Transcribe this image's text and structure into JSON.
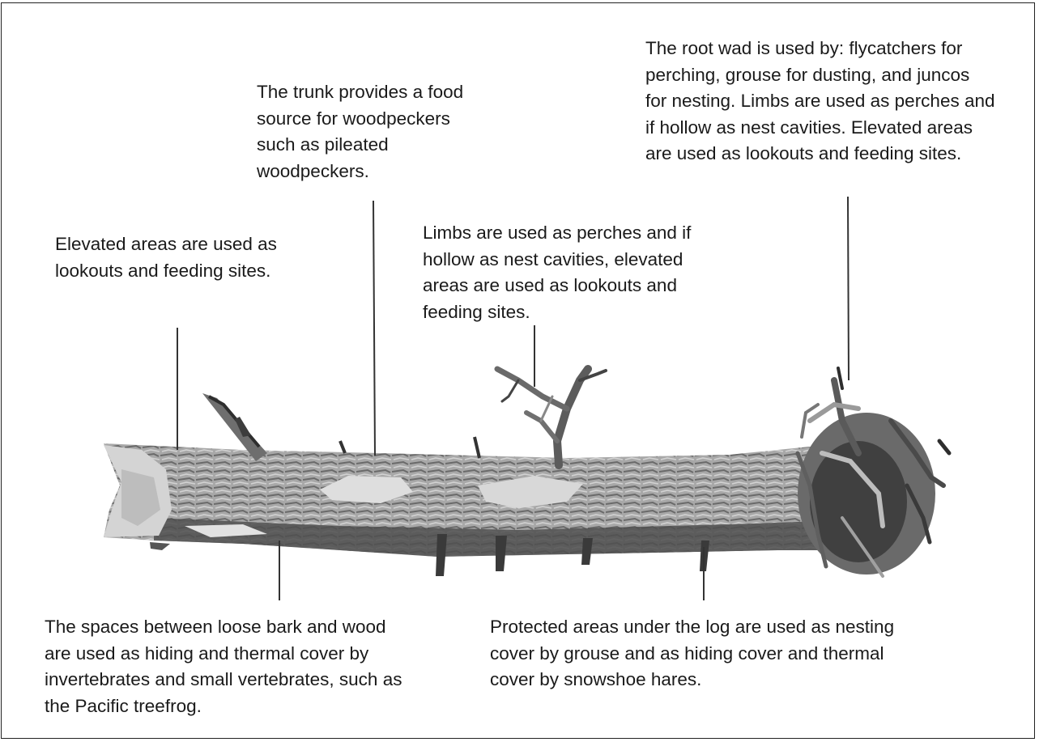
{
  "annotations": {
    "elevated_left": {
      "icon": "leader-line",
      "lines": [
        "Elevated areas are used as",
        "lookouts and feeding sites."
      ]
    },
    "trunk": {
      "icon": "leader-line",
      "lines": [
        "The trunk provides a food",
        "source for woodpeckers",
        "such as pileated",
        "woodpeckers."
      ]
    },
    "limbs": {
      "icon": "leader-line",
      "lines": [
        "Limbs are used as perches and if",
        "hollow as nest cavities, elevated",
        "areas are used as lookouts and",
        "feeding sites."
      ]
    },
    "root_wad": {
      "icon": "leader-line",
      "lines": [
        "The root wad is used by: flycatchers for",
        "perching, grouse for dusting, and juncos",
        "for nesting. Limbs are used as perches and",
        "if hollow as nest cavities. Elevated areas",
        "are used as lookouts and feeding sites."
      ]
    },
    "bark": {
      "icon": "leader-line",
      "lines": [
        "The spaces between loose bark and wood",
        "are used as hiding and thermal cover by",
        "invertebrates and small vertebrates, such as",
        "the Pacific treefrog."
      ]
    },
    "under_log": {
      "icon": "leader-line",
      "lines": [
        "Protected areas under the log are used as nesting",
        "cover by grouse and as hiding cover and thermal",
        "cover by snowshoe hares."
      ]
    }
  },
  "illustration": {
    "subject": "fallen-log-icon",
    "colors": {
      "light": "#d6d6d6",
      "mid": "#9c9c9c",
      "dark": "#5a5a5a",
      "darkest": "#2e2e2e",
      "leader": "#333333"
    }
  }
}
